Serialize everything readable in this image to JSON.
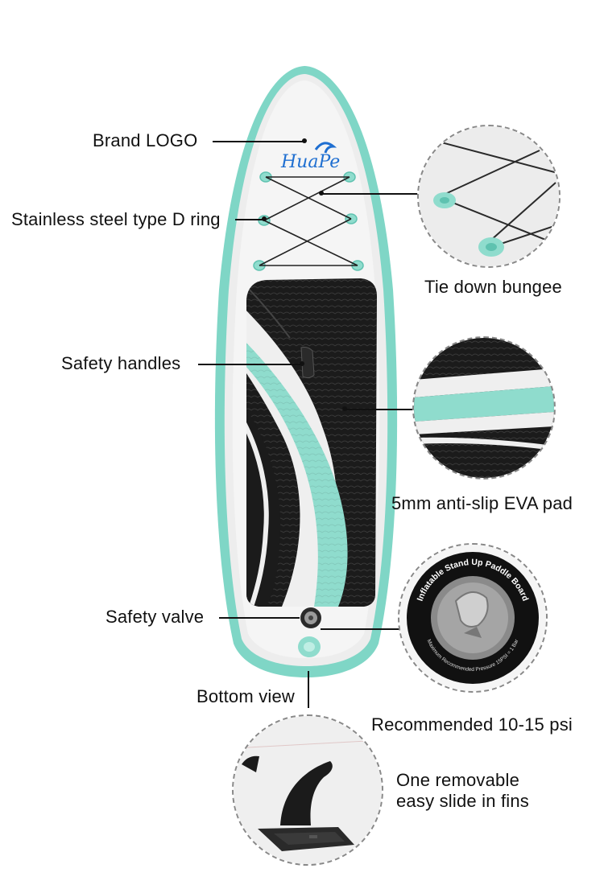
{
  "colors": {
    "accent_teal": "#8fdccd",
    "rail_teal": "#6fcfbf",
    "deck_white": "#f2f2f2",
    "pad_black": "#1a1a1a",
    "logo_blue": "#1f6fd1"
  },
  "board": {
    "logo_text": "HuaPe"
  },
  "labels": {
    "brand_logo": "Brand LOGO",
    "d_ring": "Stainless steel type D ring",
    "safety_handles": "Safety handles",
    "safety_valve": "Safety valve",
    "bottom_view": "Bottom view",
    "tie_down": "Tie down bungee",
    "eva_pad": "5mm anti-slip EVA pad",
    "psi": "Recommended 10-15 psi",
    "fins_line1": "One removable",
    "fins_line2": "easy slide in fins"
  },
  "valve_detail": {
    "ring_top_text": "Inflatable Stand Up Paddle Board",
    "ring_bottom_text": "Maximum Recommended Pressure 15PSI = 1 Bar"
  },
  "icons": [
    "brand-logo-icon",
    "d-ring-icon",
    "handle-icon",
    "valve-icon",
    "fin-icon"
  ]
}
